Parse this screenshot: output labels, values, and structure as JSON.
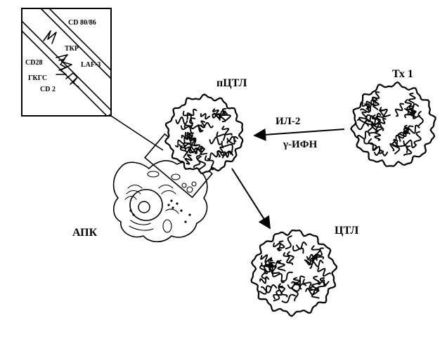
{
  "inset": {
    "cd80_86": "CD 80/86",
    "tcr": "ТКР",
    "cd28": "CD28",
    "laf3": "LAF-3",
    "mhc": "ГКГС",
    "cd2": "CD 2"
  },
  "cells": {
    "pctl": "пЦТЛ",
    "th1": "Тх 1",
    "apc": "АПК",
    "ctl": "ЦТЛ"
  },
  "cytokines": {
    "il2": "ИЛ-2",
    "ifn": "γ-ИФН"
  }
}
